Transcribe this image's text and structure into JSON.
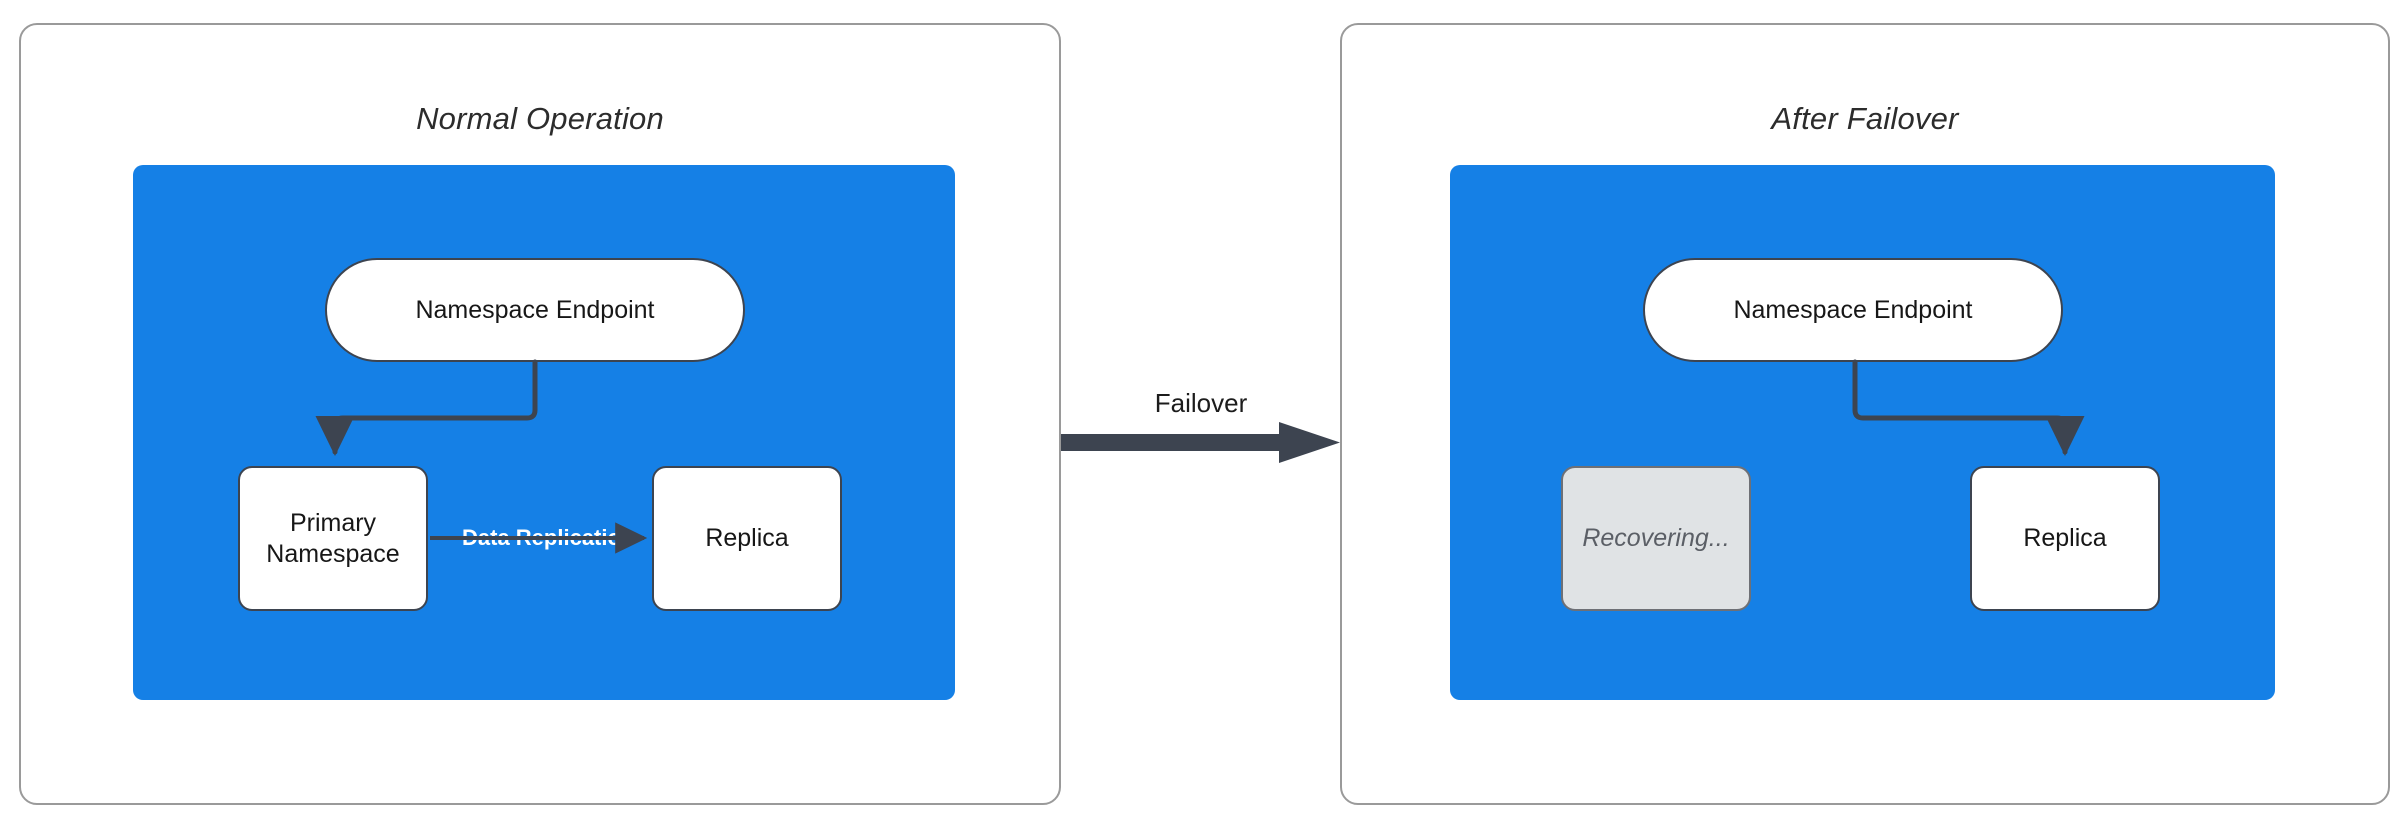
{
  "diagram": {
    "type": "failover-architecture-comparison",
    "background": "#ffffff",
    "colors": {
      "cluster_blue": "#1580e6",
      "stroke_dark": "#3d4450",
      "node_white": "#ffffff",
      "recovering_gray": "#e0e3e5",
      "panel_border": "#9a9a9a",
      "replication_label": "#ffffff"
    },
    "panels": [
      {
        "id": "normal-operation",
        "title": "Normal Operation",
        "nodes": [
          {
            "id": "endpoint",
            "label": "Namespace Endpoint",
            "shape": "pill",
            "state": "active"
          },
          {
            "id": "primary",
            "label": "Primary Namespace",
            "shape": "rect",
            "state": "active"
          },
          {
            "id": "replica",
            "label": "Replica",
            "shape": "rect",
            "state": "active"
          }
        ],
        "edges": [
          {
            "from": "endpoint",
            "to": "primary",
            "label": "",
            "style": "elbow-arrow"
          },
          {
            "from": "primary",
            "to": "replica",
            "label": "Data Replication",
            "style": "straight-arrow"
          }
        ]
      },
      {
        "id": "after-failover",
        "title": "After Failover",
        "nodes": [
          {
            "id": "endpoint",
            "label": "Namespace Endpoint",
            "shape": "pill",
            "state": "active"
          },
          {
            "id": "recovering",
            "label": "Recovering...",
            "shape": "rect",
            "state": "disabled"
          },
          {
            "id": "replica",
            "label": "Replica",
            "shape": "rect",
            "state": "active"
          }
        ],
        "edges": [
          {
            "from": "endpoint",
            "to": "replica",
            "label": "",
            "style": "elbow-arrow"
          }
        ]
      }
    ],
    "transition": {
      "label": "Failover",
      "from_panel": "normal-operation",
      "to_panel": "after-failover",
      "style": "thick-arrow"
    }
  }
}
